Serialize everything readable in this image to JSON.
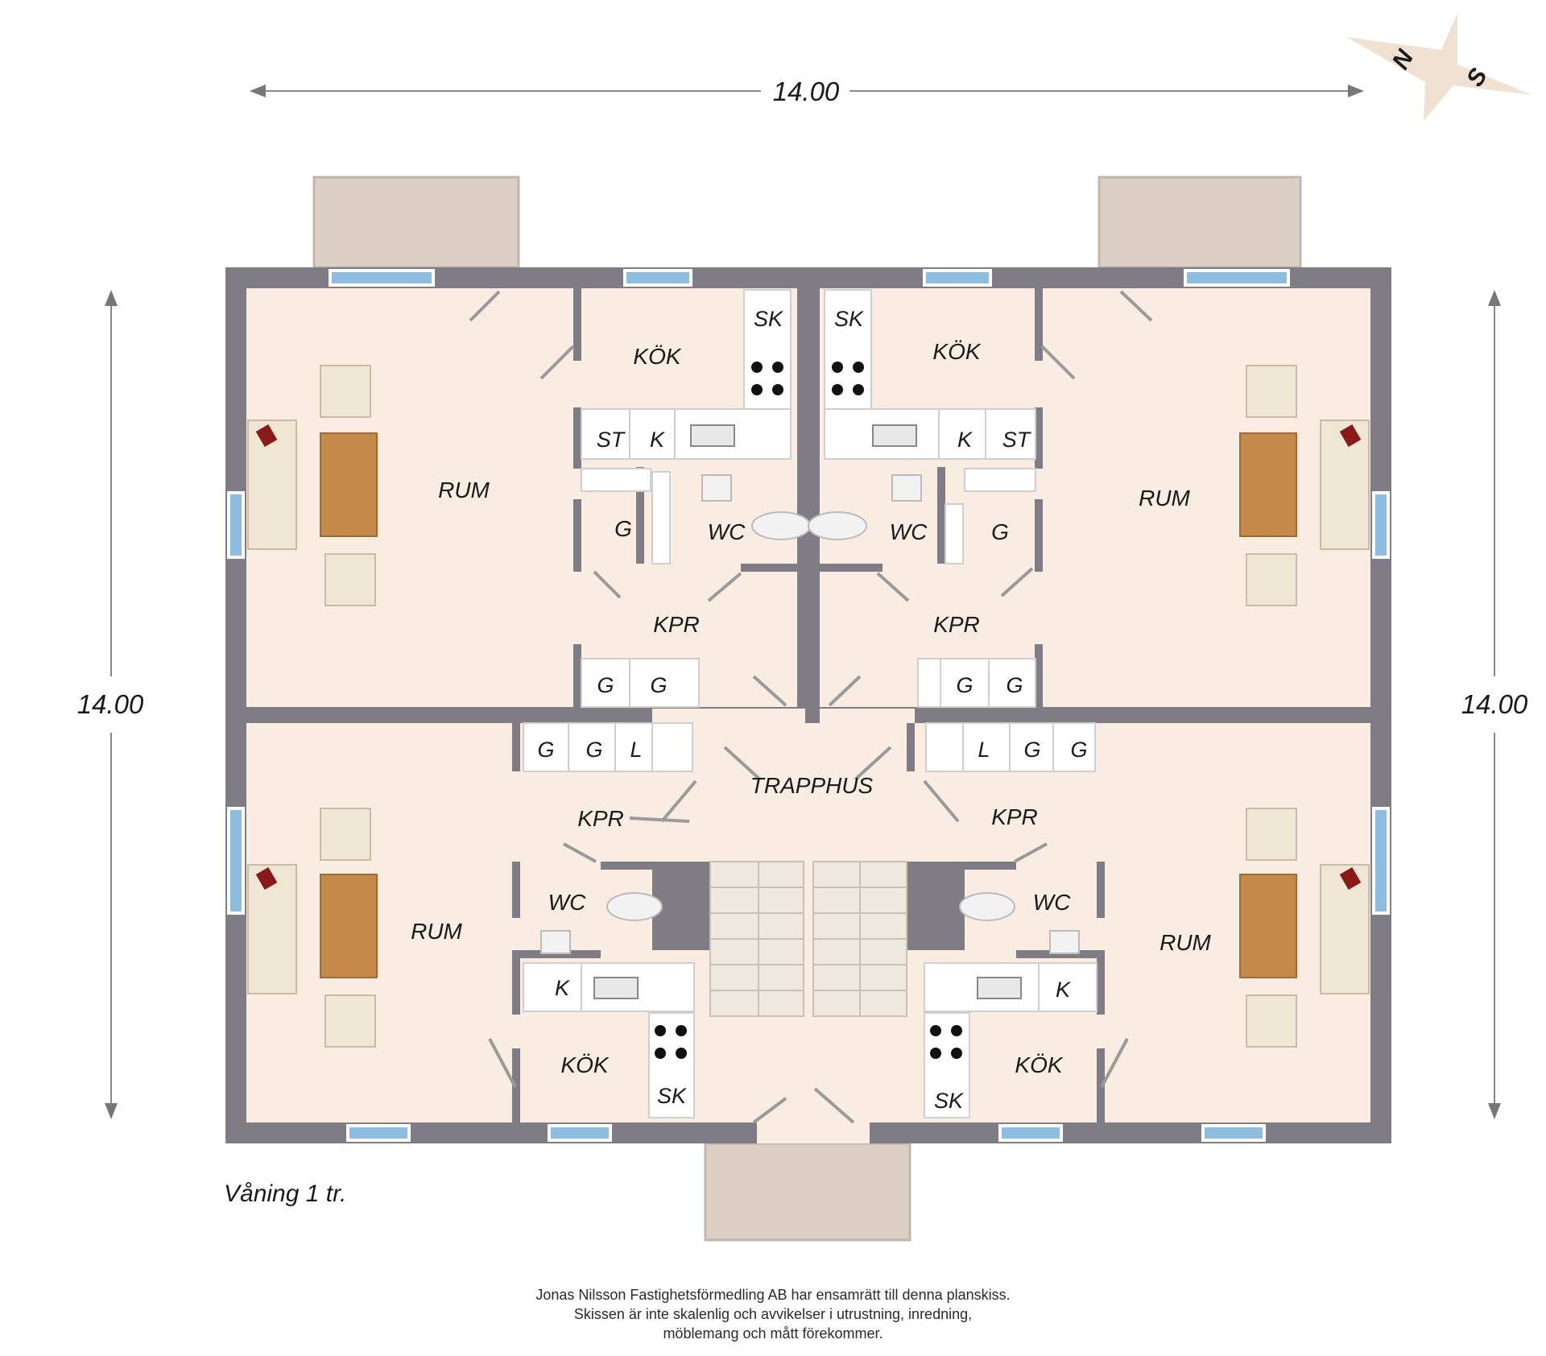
{
  "dimensions": {
    "top": "14.00",
    "left": "14.00",
    "right": "14.00"
  },
  "compass": {
    "north": "N",
    "south": "S"
  },
  "floor_label": "Våning 1 tr.",
  "stairwell": "TRAPPHUS",
  "apartments": {
    "top_left": {
      "living": "RUM",
      "kitchen": "KÖK",
      "hall": "KPR",
      "wc": "WC",
      "closet": "G",
      "hall_closets": [
        "G",
        "G"
      ],
      "fixtures": {
        "sk": "SK",
        "st": "ST",
        "k": "K"
      }
    },
    "top_right": {
      "living": "RUM",
      "kitchen": "KÖK",
      "hall": "KPR",
      "wc": "WC",
      "closet": "G",
      "hall_closets": [
        "G",
        "G"
      ],
      "fixtures": {
        "sk": "SK",
        "st": "ST",
        "k": "K"
      }
    },
    "bottom_left": {
      "living": "RUM",
      "kitchen": "KÖK",
      "hall": "KPR",
      "wc": "WC",
      "hall_closets": [
        "G",
        "G",
        "L"
      ],
      "fixtures": {
        "sk": "SK",
        "k": "K"
      }
    },
    "bottom_right": {
      "living": "RUM",
      "kitchen": "KÖK",
      "hall": "KPR",
      "wc": "WC",
      "hall_closets": [
        "L",
        "G",
        "G"
      ],
      "fixtures": {
        "sk": "SK",
        "k": "K"
      }
    }
  },
  "footer": [
    "Jonas Nilsson Fastighetsförmedling AB har ensamrätt till denna planskiss.",
    "Skissen är inte skalenlig och avvikelser i utrustning, inredning,",
    "möblemang och mått förekommer."
  ],
  "colors": {
    "wall": "#807c85",
    "floor": "#f8ede0",
    "balcony": "#dccfc4",
    "window": "#8fbde0",
    "table": "#c58a4a",
    "sofa": "#efe6d3",
    "book": "#8a1a1a"
  }
}
